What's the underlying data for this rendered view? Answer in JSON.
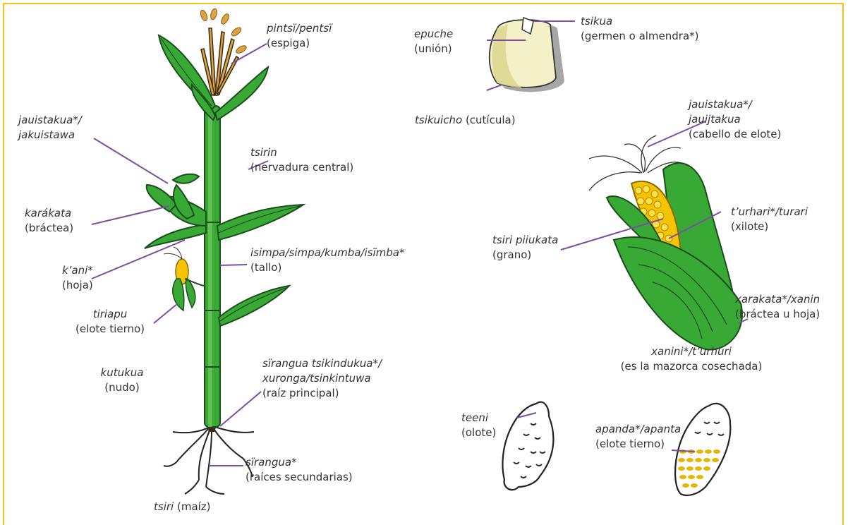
{
  "colors": {
    "frame": "#f0c419",
    "leader": "#7b4fa1",
    "leaf_green": "#39a935",
    "leaf_dark": "#1c6b1f",
    "kernel_yellow": "#f5c400",
    "tassel": "#d9a441",
    "kernel_body": "#f4f0c8",
    "shadow": "#a6a6a6",
    "root": "#333333"
  },
  "labels": {
    "espiga": {
      "term": "pintsï/pentsï",
      "gloss": "(espiga)"
    },
    "jauistakua_plant": {
      "term1": "jauistakua*/",
      "term2": "jakuistawa"
    },
    "tsirin": {
      "term": "tsirin",
      "gloss": "(nervadura central)"
    },
    "karakata": {
      "term": "karákata",
      "gloss": "(bráctea)"
    },
    "kani": {
      "term": "k’ani*",
      "gloss": "(hoja)"
    },
    "isimpa": {
      "term": "isimpa/simpa/kumba/isïmba*",
      "gloss": "(tallo)"
    },
    "tiriapu": {
      "term": "tiriapu",
      "gloss": "(elote tierno)"
    },
    "kutukua": {
      "term": "kutukua",
      "gloss": "(nudo)"
    },
    "sirangua_tsik": {
      "term1": "sïrangua tsikindukua*/",
      "term2": "xuronga/tsinkintuwa",
      "gloss": "(raíz principal)"
    },
    "sirangua": {
      "term": "sïrangua*",
      "gloss": "(raíces secundarias)"
    },
    "tsiri": {
      "term": "tsiri",
      "gloss": "(maíz)"
    },
    "epuche": {
      "term": "epuche",
      "gloss": "(unión)"
    },
    "tsikua": {
      "term": "tsikua",
      "gloss": "(germen o almendra*)"
    },
    "tsikuicho": {
      "term": "tsikuicho",
      "gloss": "(cutícula)"
    },
    "jauistakua_cob": {
      "term1": "jauistakua*/",
      "term2": "jauijtakua",
      "gloss": "(cabello de elote)"
    },
    "turhari": {
      "term": "t’urhari*/turari",
      "gloss": "(xilote)"
    },
    "tsiri_piiukata": {
      "term": "tsiri piiukata",
      "gloss": "(grano)"
    },
    "xarakata": {
      "term": "xarakata*/xanin",
      "gloss": "(bráctea u hoja)"
    },
    "xanini": {
      "term": "xanini*/t’urhuri",
      "gloss": "(es la mazorca cosechada)"
    },
    "teeni": {
      "term": "teeni",
      "gloss": "(olote)"
    },
    "apanda": {
      "term": "apanda*/apanta",
      "gloss": "(elote tierno)"
    }
  }
}
